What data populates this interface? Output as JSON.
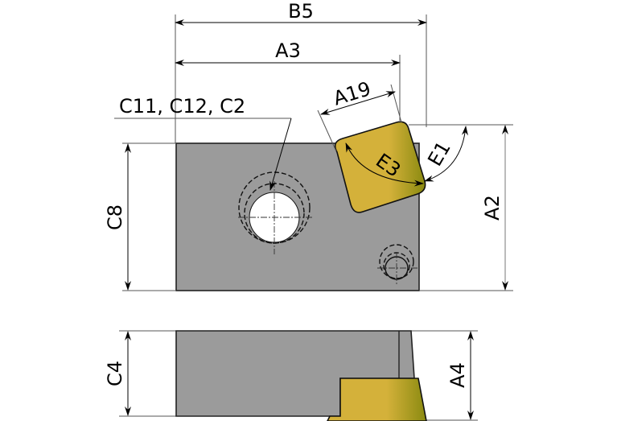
{
  "drawing": {
    "colors": {
      "body": "#9b9b9b",
      "insert_light": "#d4b13a",
      "insert_dark": "#8a8a10",
      "line": "#000000",
      "background": "#ffffff"
    },
    "labels": {
      "b5": "B5",
      "a3": "A3",
      "a19": "A19",
      "callout": "C11, C12, C2",
      "e3": "E3",
      "e1": "E1",
      "a2": "A2",
      "c8": "C8",
      "c4": "C4",
      "a4": "A4"
    }
  }
}
